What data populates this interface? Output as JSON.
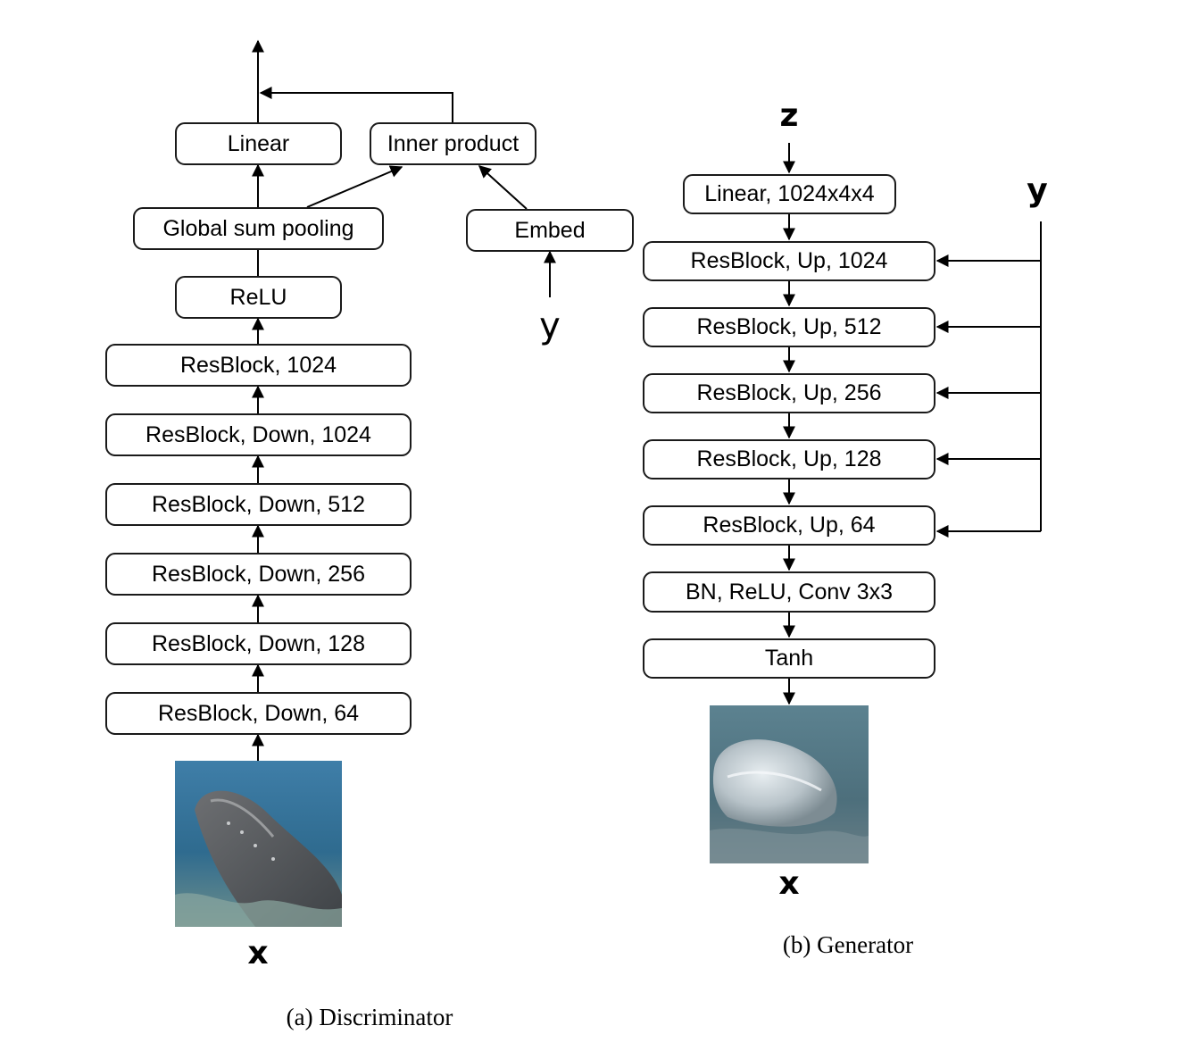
{
  "discriminator": {
    "caption": "(a) Discriminator",
    "input_symbol": "x",
    "label_symbol": "y",
    "blocks": {
      "linear": "Linear",
      "inner_product": "Inner product",
      "global_sum_pooling": "Global sum pooling",
      "embed": "Embed",
      "relu": "ReLU",
      "resblock_1024": "ResBlock, 1024",
      "resblock_down_1024": "ResBlock, Down, 1024",
      "resblock_down_512": "ResBlock, Down, 512",
      "resblock_down_256": "ResBlock, Down, 256",
      "resblock_down_128": "ResBlock, Down, 128",
      "resblock_down_64": "ResBlock, Down, 64"
    }
  },
  "generator": {
    "caption": "(b) Generator",
    "noise_symbol": "z",
    "label_symbol": "y",
    "output_symbol": "x",
    "blocks": {
      "linear": "Linear, 1024x4x4",
      "resblock_up_1024": "ResBlock, Up, 1024",
      "resblock_up_512": "ResBlock, Up, 512",
      "resblock_up_256": "ResBlock, Up, 256",
      "resblock_up_128": "ResBlock, Up, 128",
      "resblock_up_64": "ResBlock, Up, 64",
      "bn_relu_conv": "BN, ReLU, Conv 3x3",
      "tanh": "Tanh"
    }
  }
}
